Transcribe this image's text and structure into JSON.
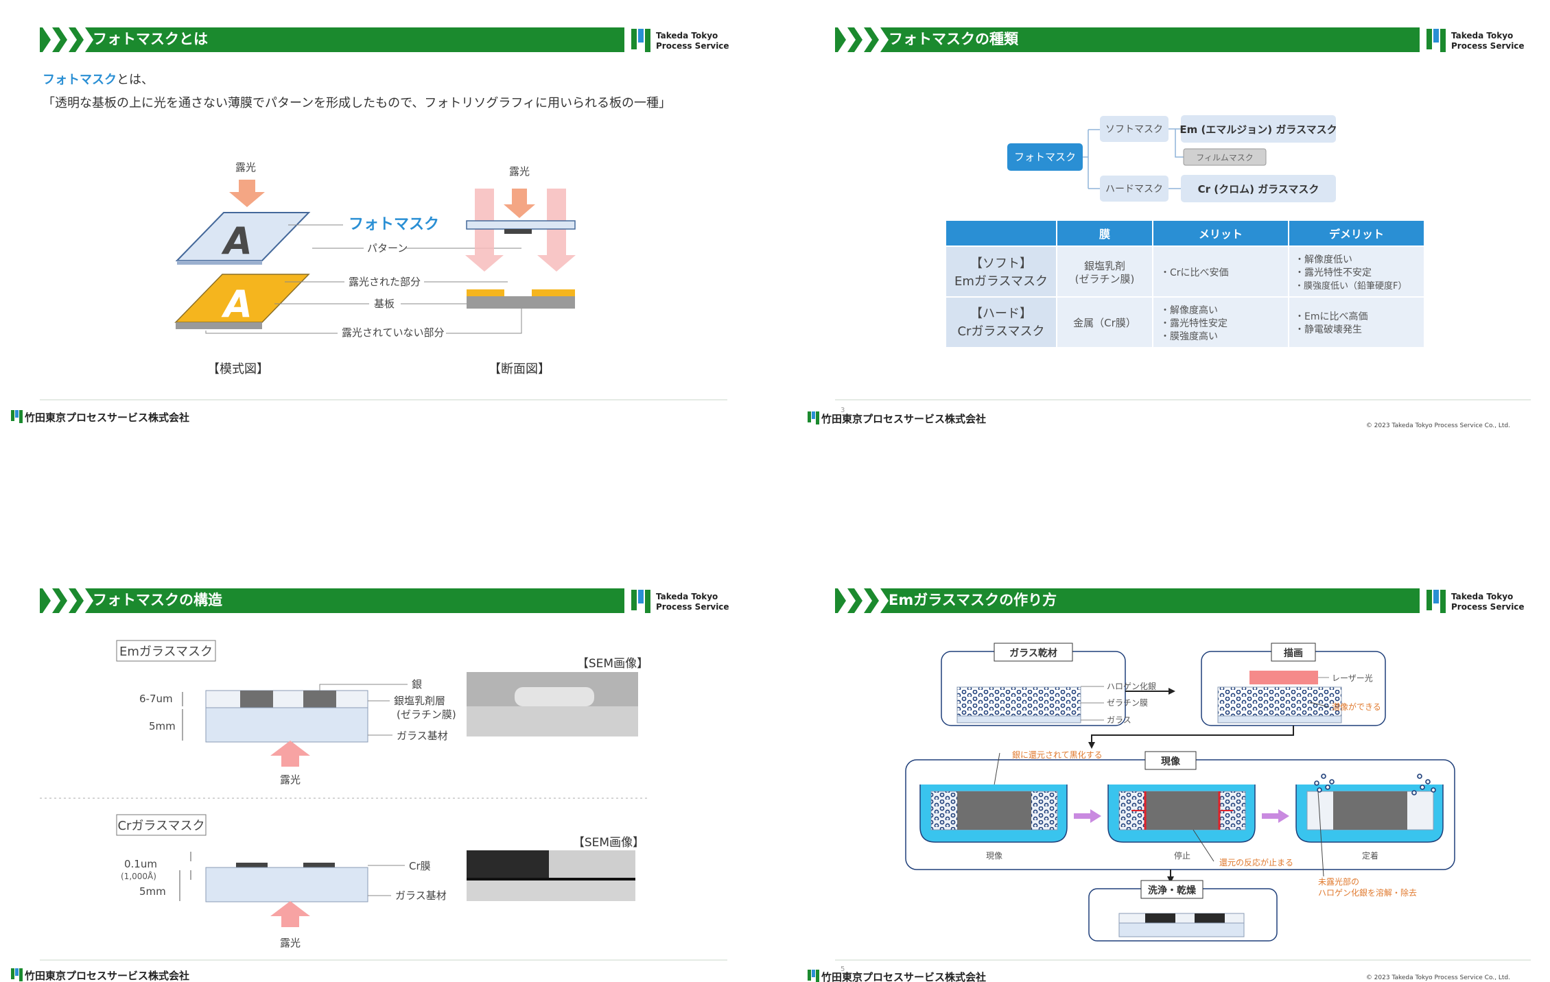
{
  "brand": {
    "logo_line1": "Takeda Tokyo",
    "logo_line2": "Process Service",
    "company": "竹田東京プロセスサービス株式会社",
    "copyright": "© 2023 Takeda Tokyo Process Service Co., Ltd.",
    "accent": "#1b8a2e",
    "blue": "#2a8fd4"
  },
  "slide1": {
    "title": "フォトマスクとは",
    "intro_term": "フォトマスク",
    "intro_rest": "とは、",
    "definition": "「透明な基板の上に光を通さない薄膜でパターンを形成したもので、フォトリソグラフィに用いられる板の一種」",
    "exposure": "露光",
    "exposure2": "露光",
    "photomask_label": "フォトマスク",
    "letter": "A",
    "pattern": "パターン",
    "exposed": "露光された部分",
    "substrate": "基板",
    "unexposed": "露光されていない部分",
    "schematic": "【模式図】",
    "section": "【断面図】"
  },
  "slide2": {
    "title": "フォトマスクの種類",
    "page": "3",
    "tree": {
      "root": "フォトマスク",
      "soft": "ソフトマスク",
      "hard": "ハードマスク",
      "em": "Em (エマルジョン) ガラスマスク",
      "film": "フィルムマスク",
      "cr": "Cr (クロム) ガラスマスク"
    },
    "table": {
      "headers": [
        "",
        "膜",
        "メリット",
        "デメリット"
      ],
      "rows": [
        {
          "name1": "【ソフト】",
          "name2": "Emガラスマスク",
          "film1": "銀塩乳剤",
          "film2": "(ゼラチン膜)",
          "merit": [
            "・Crに比べ安価"
          ],
          "demerit": [
            "・解像度低い",
            "・露光特性不安定",
            "・膜強度低い（鉛筆硬度F）"
          ]
        },
        {
          "name1": "【ハード】",
          "name2": "Crガラスマスク",
          "film1": "金属（Cr膜）",
          "film2": "",
          "merit": [
            "・解像度高い",
            "・露光特性安定",
            "・膜強度高い"
          ],
          "demerit": [
            "・Emに比べ高価",
            "・静電破壊発生"
          ]
        }
      ]
    }
  },
  "slide3": {
    "title": "フォトマスクの構造",
    "em_label": "Emガラスマスク",
    "cr_label": "Crガラスマスク",
    "sem": "【SEM画像】",
    "sem2": "【SEM画像】",
    "em_dim1": "6-7um",
    "em_dim2": "5mm",
    "silver": "銀",
    "emulsion1": "銀塩乳剤層",
    "emulsion2": "(ゼラチン膜)",
    "glass": "ガラス基材",
    "glass2": "ガラス基材",
    "exposure": "露光",
    "exposure2": "露光",
    "cr_dim1": "0.1um",
    "cr_dim1b": "(1,000Å)",
    "cr_dim2": "5mm",
    "cr_film": "Cr膜"
  },
  "slide4": {
    "title": "Emガラスマスクの作り方",
    "page": "5",
    "dry": "ガラス乾材",
    "halogen": "ハロゲン化銀",
    "gelatin": "ゼラチン膜",
    "glass": "ガラス",
    "draw": "描画",
    "laser": "レーザー光",
    "latent": "潜像ができる",
    "develop": "現像",
    "blacken": "銀に還元されて黒化する",
    "step1": "現像",
    "step2": "停止",
    "step3": "定着",
    "stop_note": "還元の反応が止まる",
    "dissolve1": "未露光部の",
    "dissolve2": "ハロゲン化銀を溶解・除去",
    "wash": "洗浄・乾燥"
  }
}
